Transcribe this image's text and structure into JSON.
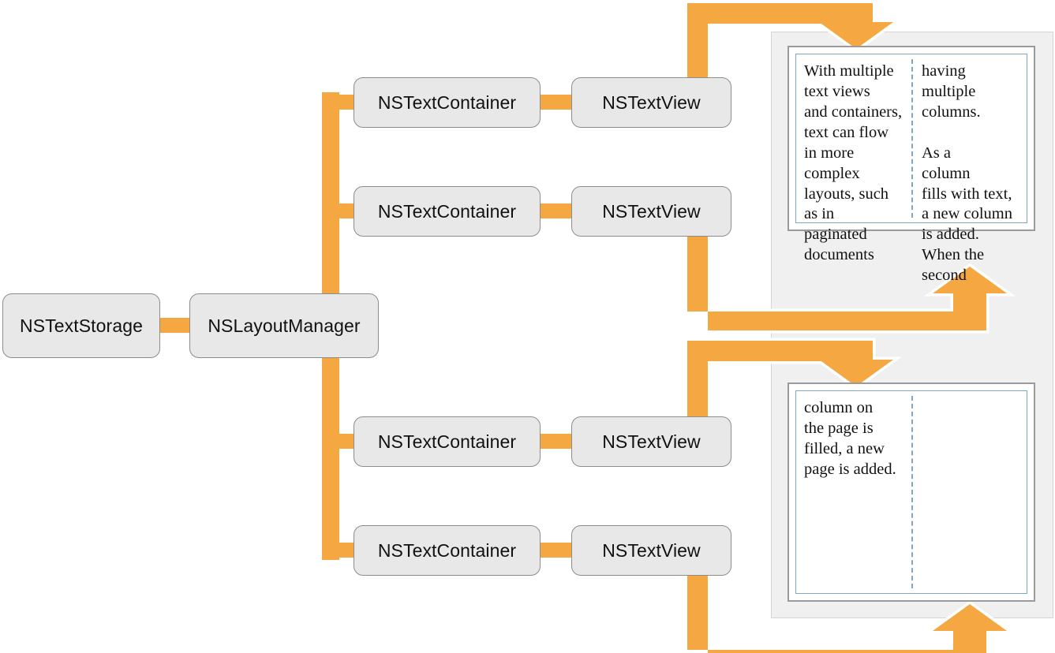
{
  "diagram": {
    "title": "Cocoa Text System object relationships",
    "accent_color": "#f5a841",
    "node_fill": "#e8e8e8",
    "node_border": "#8c8c8c",
    "page_border": "#9a9a9a",
    "textarea_border": "#7da7c4",
    "panel_fill": "#f0f0f0"
  },
  "nodes": {
    "storage": "NSTextStorage",
    "layout_manager": "NSLayoutManager",
    "containers": [
      "NSTextContainer",
      "NSTextContainer",
      "NSTextContainer",
      "NSTextContainer"
    ],
    "views": [
      "NSTextView",
      "NSTextView",
      "NSTextView",
      "NSTextView"
    ]
  },
  "pages": [
    {
      "name": "page-one",
      "columns": [
        "With multiple\ntext views\nand containers,\ntext can flow\nin more\ncomplex\nlayouts, such\nas in\npaginated\ndocuments",
        "having multiple\ncolumns.\n\nAs a\ncolumn\nfills with text,\na new column\nis added.\nWhen the\nsecond"
      ]
    },
    {
      "name": "page-two",
      "columns": [
        "column on\nthe page is\nfilled, a new\npage is added.",
        ""
      ]
    }
  ]
}
